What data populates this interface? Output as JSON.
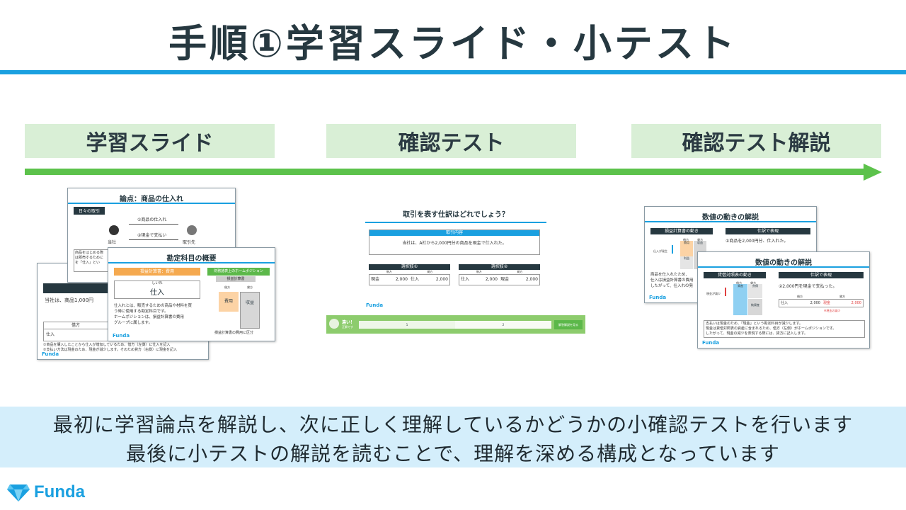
{
  "title": "手順①学習スライド・小テスト",
  "stages": [
    "学習スライド",
    "確認テスト",
    "確認テスト解説"
  ],
  "captions": [
    "最初に学習論点を解説し、次に正しく理解しているかどうかの小確認テストを行います",
    "最後に小テストの解説を読むことで、理解を深める構成となっています"
  ],
  "brand": "Funda",
  "colors": {
    "accent": "#1aa0e0",
    "flow": "#5cc24b",
    "stage_bg": "#d9efd6",
    "caption_bg": "#d4eefb"
  },
  "slides": {
    "s1a": {
      "title": "論点：商品の仕入れ",
      "tag": "日々の取引",
      "arrow1": "①商品の仕入れ",
      "arrow2": "②現金で支払い",
      "left_person": "当社",
      "right_person": "取引先",
      "body": "商品をはじめる際\nは販売するために\nを「仕入」とい"
    },
    "s1b": {
      "banner": "当社は、商品1,000円",
      "col": "借方",
      "row": "仕入",
      "notes": "①商品を購入したことから仕入が増加しているため、借方（左側）に仕入を記入\n②支払い方法は現金のため、現金が減少します。そのため貸方（右側）に現金を記入"
    },
    "s1c": {
      "title": "勘定科目の概要",
      "left_header": "損益計算書：費用",
      "right_header": "財務諸表上のホームポジション",
      "ruby": "しいれ",
      "account": "仕入",
      "body": "仕入れとは、販売するための商品や材料を買\nう時に使用する勘定科目です。\nホームポジションは、損益計算書の費用\nグループに属します。",
      "pl_label": "損益計算書",
      "debit": "借方",
      "credit": "貸方",
      "cost": "費用",
      "revenue": "収益",
      "footer": "損益計算書の費用に区分"
    },
    "s2": {
      "title": "取引を表す仕訳はどれでしょう？",
      "box_header": "取引内容",
      "box_body": "当社は、A社から2,000円分の商品を現金で仕入れた。",
      "opt1": "選択肢①",
      "opt2": "選択肢②",
      "debit": "借方",
      "credit": "貸方",
      "opt1_row": [
        "現金",
        "2,000",
        "仕入",
        "2,000"
      ],
      "opt2_row": [
        "仕入",
        "2,000",
        "現金",
        "2,000"
      ],
      "bar_status": "違い！",
      "bar_sub": "正解です",
      "choice1": "1",
      "choice2": "2",
      "bar_button": "解答解説を見る"
    },
    "s3a": {
      "title": "数値の動きの解説",
      "left_header": "損益計算書の動き",
      "right_header": "仕訳で表現",
      "step": "①商品を2,000円分、仕入れた。",
      "debit": "借方",
      "credit": "貸方",
      "cost": "費用",
      "revenue": "収益",
      "profit": "利益",
      "increase": "仕入が発生",
      "body": "商品を仕入れたため、\n仕入は損益計算書の費用\nしたがって、仕入れの発"
    },
    "s3b": {
      "title": "数値の動きの解説",
      "left_header": "貸借対照表の動き",
      "right_header": "仕訳で表現",
      "step": "②2,000円を現金で支払った。",
      "debit": "借方",
      "credit": "貸方",
      "asset": "資産",
      "liability": "負債",
      "equity": "純資産",
      "decrease": "現金が減少",
      "row": [
        "仕入",
        "2,000",
        "現金",
        "2,000"
      ],
      "red_note": "※現金の減少",
      "body": "支払いは現金のため、「現金」という勘定科目が減少します。\n現金は貸借対照表の資産に含まれるため、借方（左側）がホームポジションです。\nしたがって、現金の減少を表現する際には、貸方に記入します。"
    }
  }
}
